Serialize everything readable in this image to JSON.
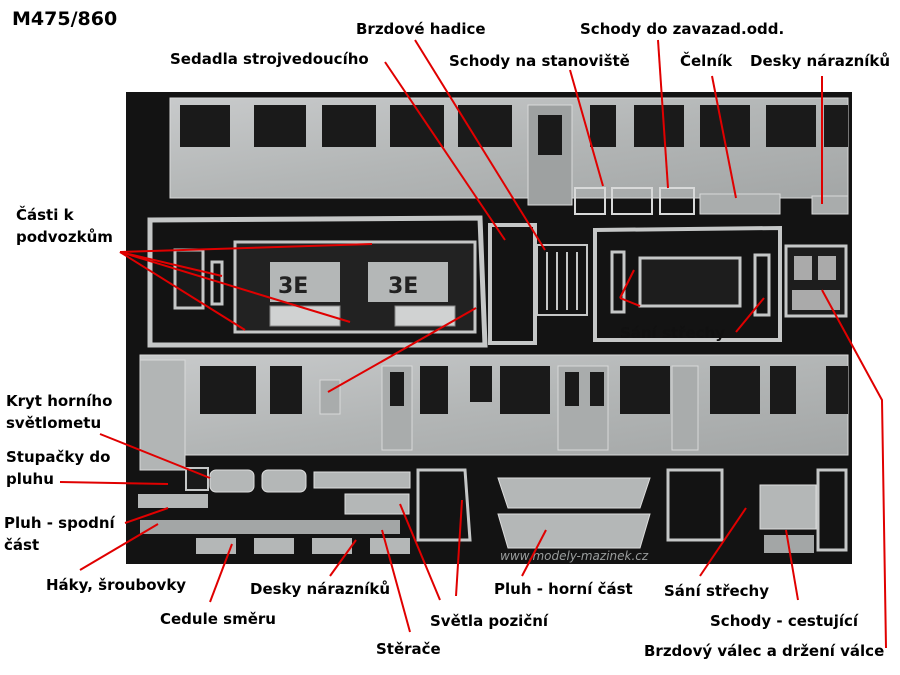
{
  "title": "M475/860",
  "labels": {
    "brzdove_hadice": "Brzdové hadice",
    "schody_zavazad": "Schody do zavazad.odd.",
    "sedadla": "Sedadla strojvedoucího",
    "schody_stanoviste": "Schody na stanoviště",
    "celnik": "Čelník",
    "desky_top": "Desky nárazníků",
    "casti_podvozkum": "Části k podvozkům",
    "sani_strechy_mid": "Sání střechy",
    "kryt_svetlometu": "Kryt horního světlometu",
    "stupacky": "Stupačky do pluhu",
    "pluh_spodni": "Pluh - spodní část",
    "haky": "Háky, šroubovky",
    "desky_bottom": "Desky nárazníků",
    "pluh_horni": "Pluh - horní část",
    "sani_strechy_bottom": "Sání střechy",
    "cedule": "Cedule směru",
    "svetla": "Světla poziční",
    "schody_cestujici": "Schody - cestující",
    "sterace": "Stěrače",
    "brzdovy_valec": "Brzdový válec a držení válce"
  },
  "photo": {
    "watermark": "www.modely-mazinek.cz"
  },
  "colors": {
    "leader": "#e00000",
    "photo_bg": "#141414",
    "metal": "#b9bbbb",
    "metal_dark": "#8f9292"
  }
}
